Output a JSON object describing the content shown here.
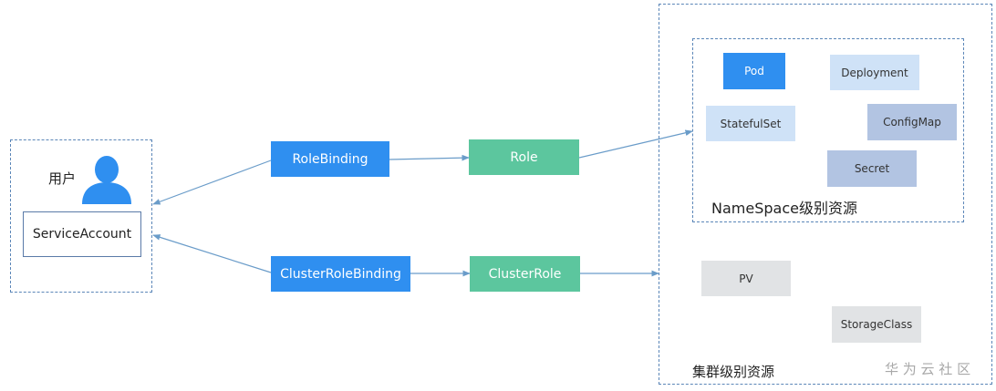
{
  "user_group": {
    "user_label": "用户",
    "service_account_label": "ServiceAccount"
  },
  "bindings": {
    "role_binding": "RoleBinding",
    "cluster_role_binding": "ClusterRoleBinding"
  },
  "roles": {
    "role": "Role",
    "cluster_role": "ClusterRole"
  },
  "namespace_resources": {
    "title": "NameSpace级别资源",
    "items": [
      "Pod",
      "Deployment",
      "StatefulSet",
      "ConfigMap",
      "Secret"
    ]
  },
  "cluster_resources": {
    "title": "集群级别资源",
    "items": [
      "PV",
      "StorageClass"
    ]
  },
  "watermark": "华 为 云 社 区",
  "colors": {
    "binding_blue": "#2f8ff0",
    "role_green": "#5cc69e",
    "pod_blue": "#2f8ff0",
    "light_blue": "#cfe2f7",
    "slate_blue": "#b2c4e2",
    "gray": "#e1e3e5",
    "dashed_border": "#5b86b8",
    "arrow": "#6a9cc9"
  }
}
